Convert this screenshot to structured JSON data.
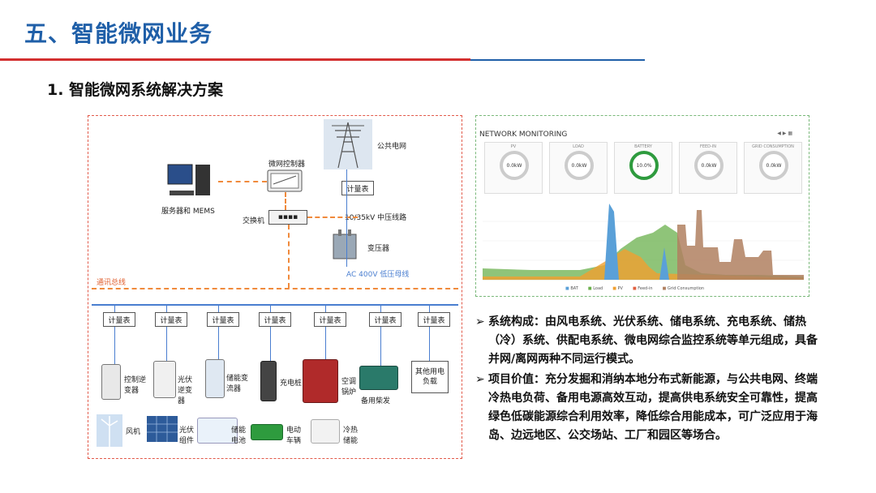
{
  "header": {
    "title": "五、智能微网业务",
    "subtitle": "1. 智能微网系统解决方案"
  },
  "diagram": {
    "public_grid": "公共电网",
    "microgrid_controller": "微网控制器",
    "server": "服务器和 MEMS",
    "switch": "交换机",
    "meter": "计量表",
    "mv_line": "10/35kV 中压线路",
    "transformer": "变压器",
    "bus": "通讯总线",
    "lv_bus": "AC 400V 低压母线",
    "branches": [
      {
        "label": "控制逆变器",
        "bottom": "风机"
      },
      {
        "label": "光伏逆变器",
        "bottom": "光伏组件"
      },
      {
        "label": "储能变流器",
        "bottom": "储能电池"
      },
      {
        "label": "充电桩",
        "bottom": "电动车辆"
      },
      {
        "label": "空调锅炉",
        "bottom": "冷热储能"
      },
      {
        "label": "备用柴发",
        "bottom": ""
      },
      {
        "label": "其他用电负载",
        "bottom": ""
      }
    ]
  },
  "dashboard": {
    "title": "NETWORK MONITORING",
    "gauges": [
      {
        "label": "PV",
        "value": "0.0kW"
      },
      {
        "label": "LOAD",
        "value": "0.0kW"
      },
      {
        "label": "BATTERY",
        "value": "10.0%"
      },
      {
        "label": "FEED-IN",
        "value": "0.0kW"
      },
      {
        "label": "GRID CONSUMPTION",
        "value": "0.0kW"
      }
    ],
    "legend": [
      "BAT",
      "Load",
      "PV",
      "Feed-in",
      "Grid Consumption"
    ]
  },
  "chart_data": {
    "type": "area",
    "series": [
      {
        "name": "BAT",
        "color": "#5aa0d8"
      },
      {
        "name": "Load",
        "color": "#6ab04c"
      },
      {
        "name": "PV",
        "color": "#f0a030"
      },
      {
        "name": "Feed-in",
        "color": "#e06040"
      },
      {
        "name": "Grid Consumption",
        "color": "#b08060"
      }
    ]
  },
  "bullets": [
    {
      "head": "系统构成：",
      "text": "由风电系统、光伏系统、储电系统、充电系统、储热（冷）系统、供配电系统、微电网综合监控系统等单元组成，具备并网/离网两种不同运行模式。"
    },
    {
      "head": "项目价值：",
      "text": "充分发掘和消纳本地分布式新能源，与公共电网、终端冷热电负荷、备用电源高效互动，提高供电系统安全可靠性，提高绿色低碳能源综合利用效率，降低综合用能成本，可广泛应用于海岛、边远地区、公交场站、工厂和园区等场合。"
    }
  ],
  "colors": {
    "title_blue": "#1f5fa8",
    "rule_red": "#d32f2f"
  }
}
